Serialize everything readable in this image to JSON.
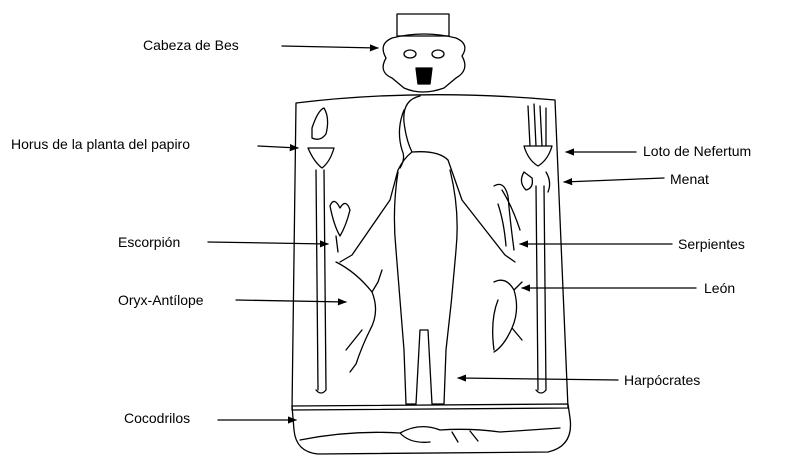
{
  "diagram": {
    "labels": {
      "cabeza_bes": "Cabeza de Bes",
      "horus_papiro": "Horus de la planta del papiro",
      "escorpion": "Escorpión",
      "oryx": "Oryx-Antílope",
      "cocodrilos": "Cocodrilos",
      "loto": "Loto de Nefertum",
      "menat": "Menat",
      "serpientes": "Serpientes",
      "leon": "León",
      "harpocrates": "Harpócrates"
    },
    "colors": {
      "ink": "#000000",
      "background": "#ffffff"
    }
  }
}
